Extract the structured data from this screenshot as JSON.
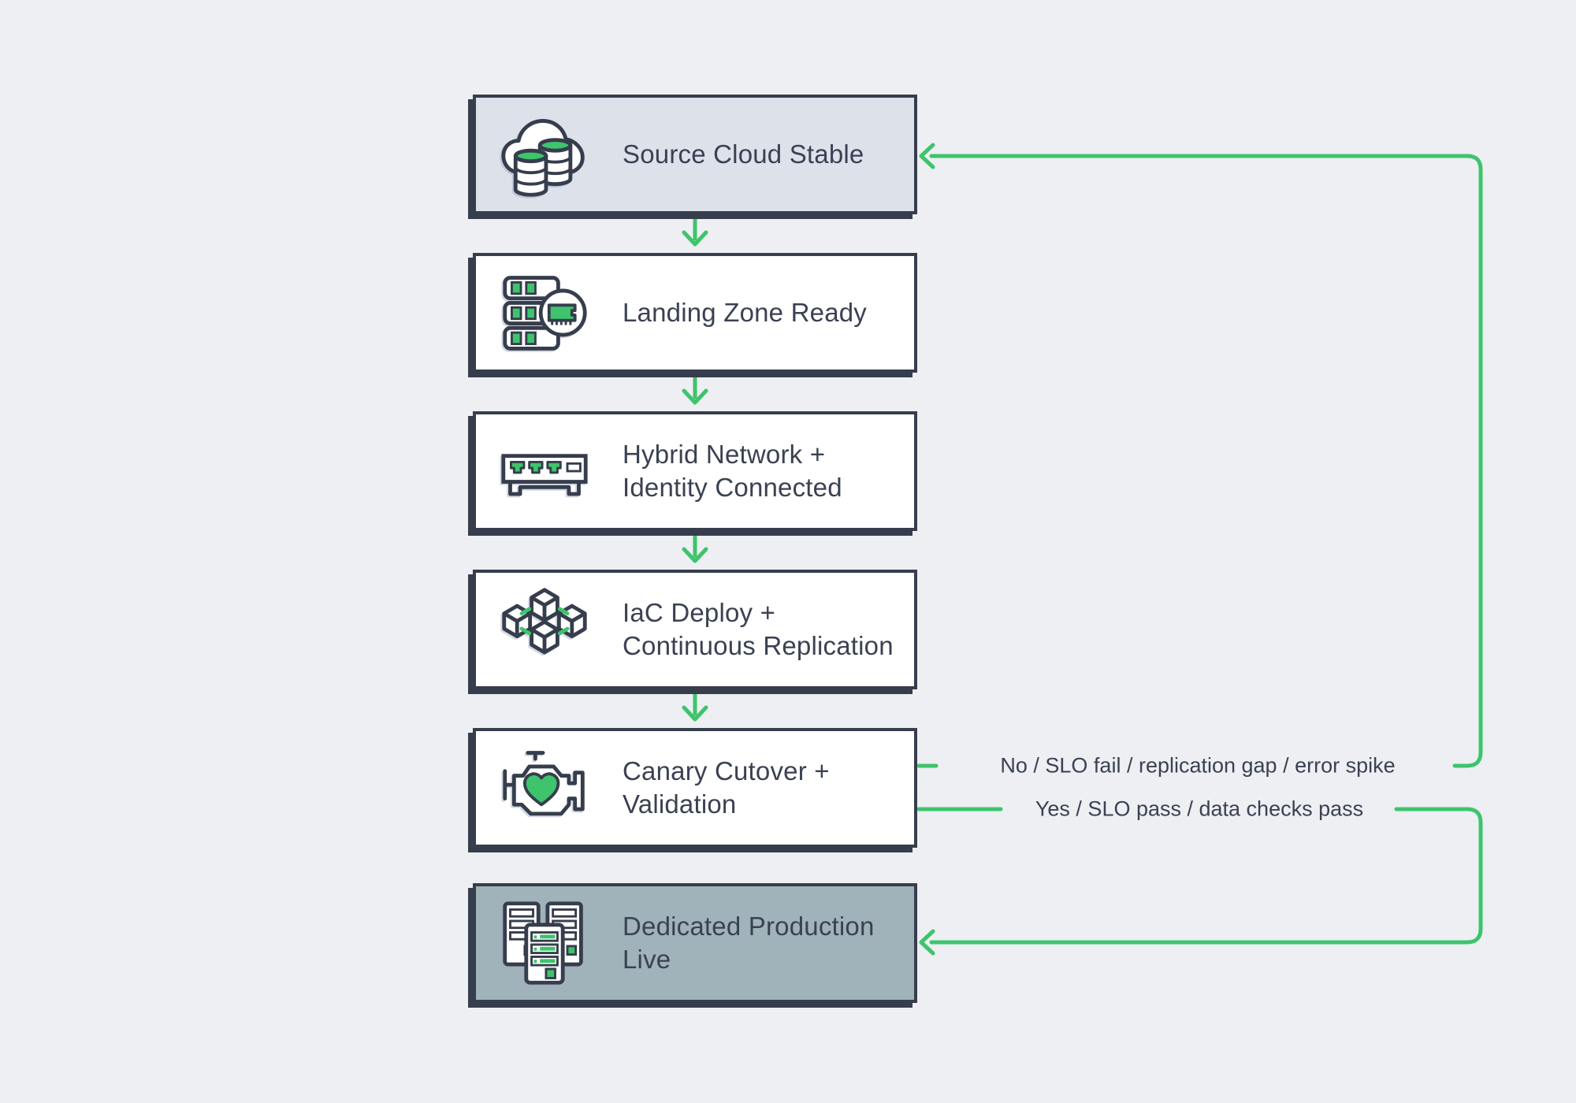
{
  "diagram": {
    "title": "cloud-migration-cutover-flow",
    "palette": {
      "background": "#edeff3",
      "ink": "#363d4c",
      "green": "#3ec46c",
      "node_default_fill": "#ffffff",
      "source_node_fill": "#dce1ea",
      "production_node_fill": "#a1b3ba"
    },
    "nodes": [
      {
        "id": "source",
        "label": "Source Cloud Stable",
        "icon": "cloud-database-icon",
        "fill": "#dce1ea"
      },
      {
        "id": "landing",
        "label": "Landing Zone Ready",
        "icon": "server-ram-icon",
        "fill": "#ffffff"
      },
      {
        "id": "hybrid",
        "label": "Hybrid Network +\nIdentity Connected",
        "icon": "network-switch-icon",
        "fill": "#ffffff"
      },
      {
        "id": "iac",
        "label": "IaC Deploy +\nContinuous Replication",
        "icon": "cubes-icon",
        "fill": "#ffffff"
      },
      {
        "id": "canary",
        "label": "Canary Cutover +\nValidation",
        "icon": "engine-heart-icon",
        "fill": "#ffffff"
      },
      {
        "id": "production",
        "label": "Dedicated Production\nLive",
        "icon": "server-rack-icon",
        "fill": "#a1b3ba"
      }
    ],
    "edges": [
      {
        "from": "source",
        "to": "landing",
        "label": ""
      },
      {
        "from": "landing",
        "to": "hybrid",
        "label": ""
      },
      {
        "from": "hybrid",
        "to": "iac",
        "label": ""
      },
      {
        "from": "iac",
        "to": "canary",
        "label": ""
      },
      {
        "from": "canary",
        "to": "source",
        "label": "No / SLO fail / replication gap / error spike"
      },
      {
        "from": "canary",
        "to": "production",
        "label": "Yes / SLO pass / data checks pass"
      }
    ]
  }
}
